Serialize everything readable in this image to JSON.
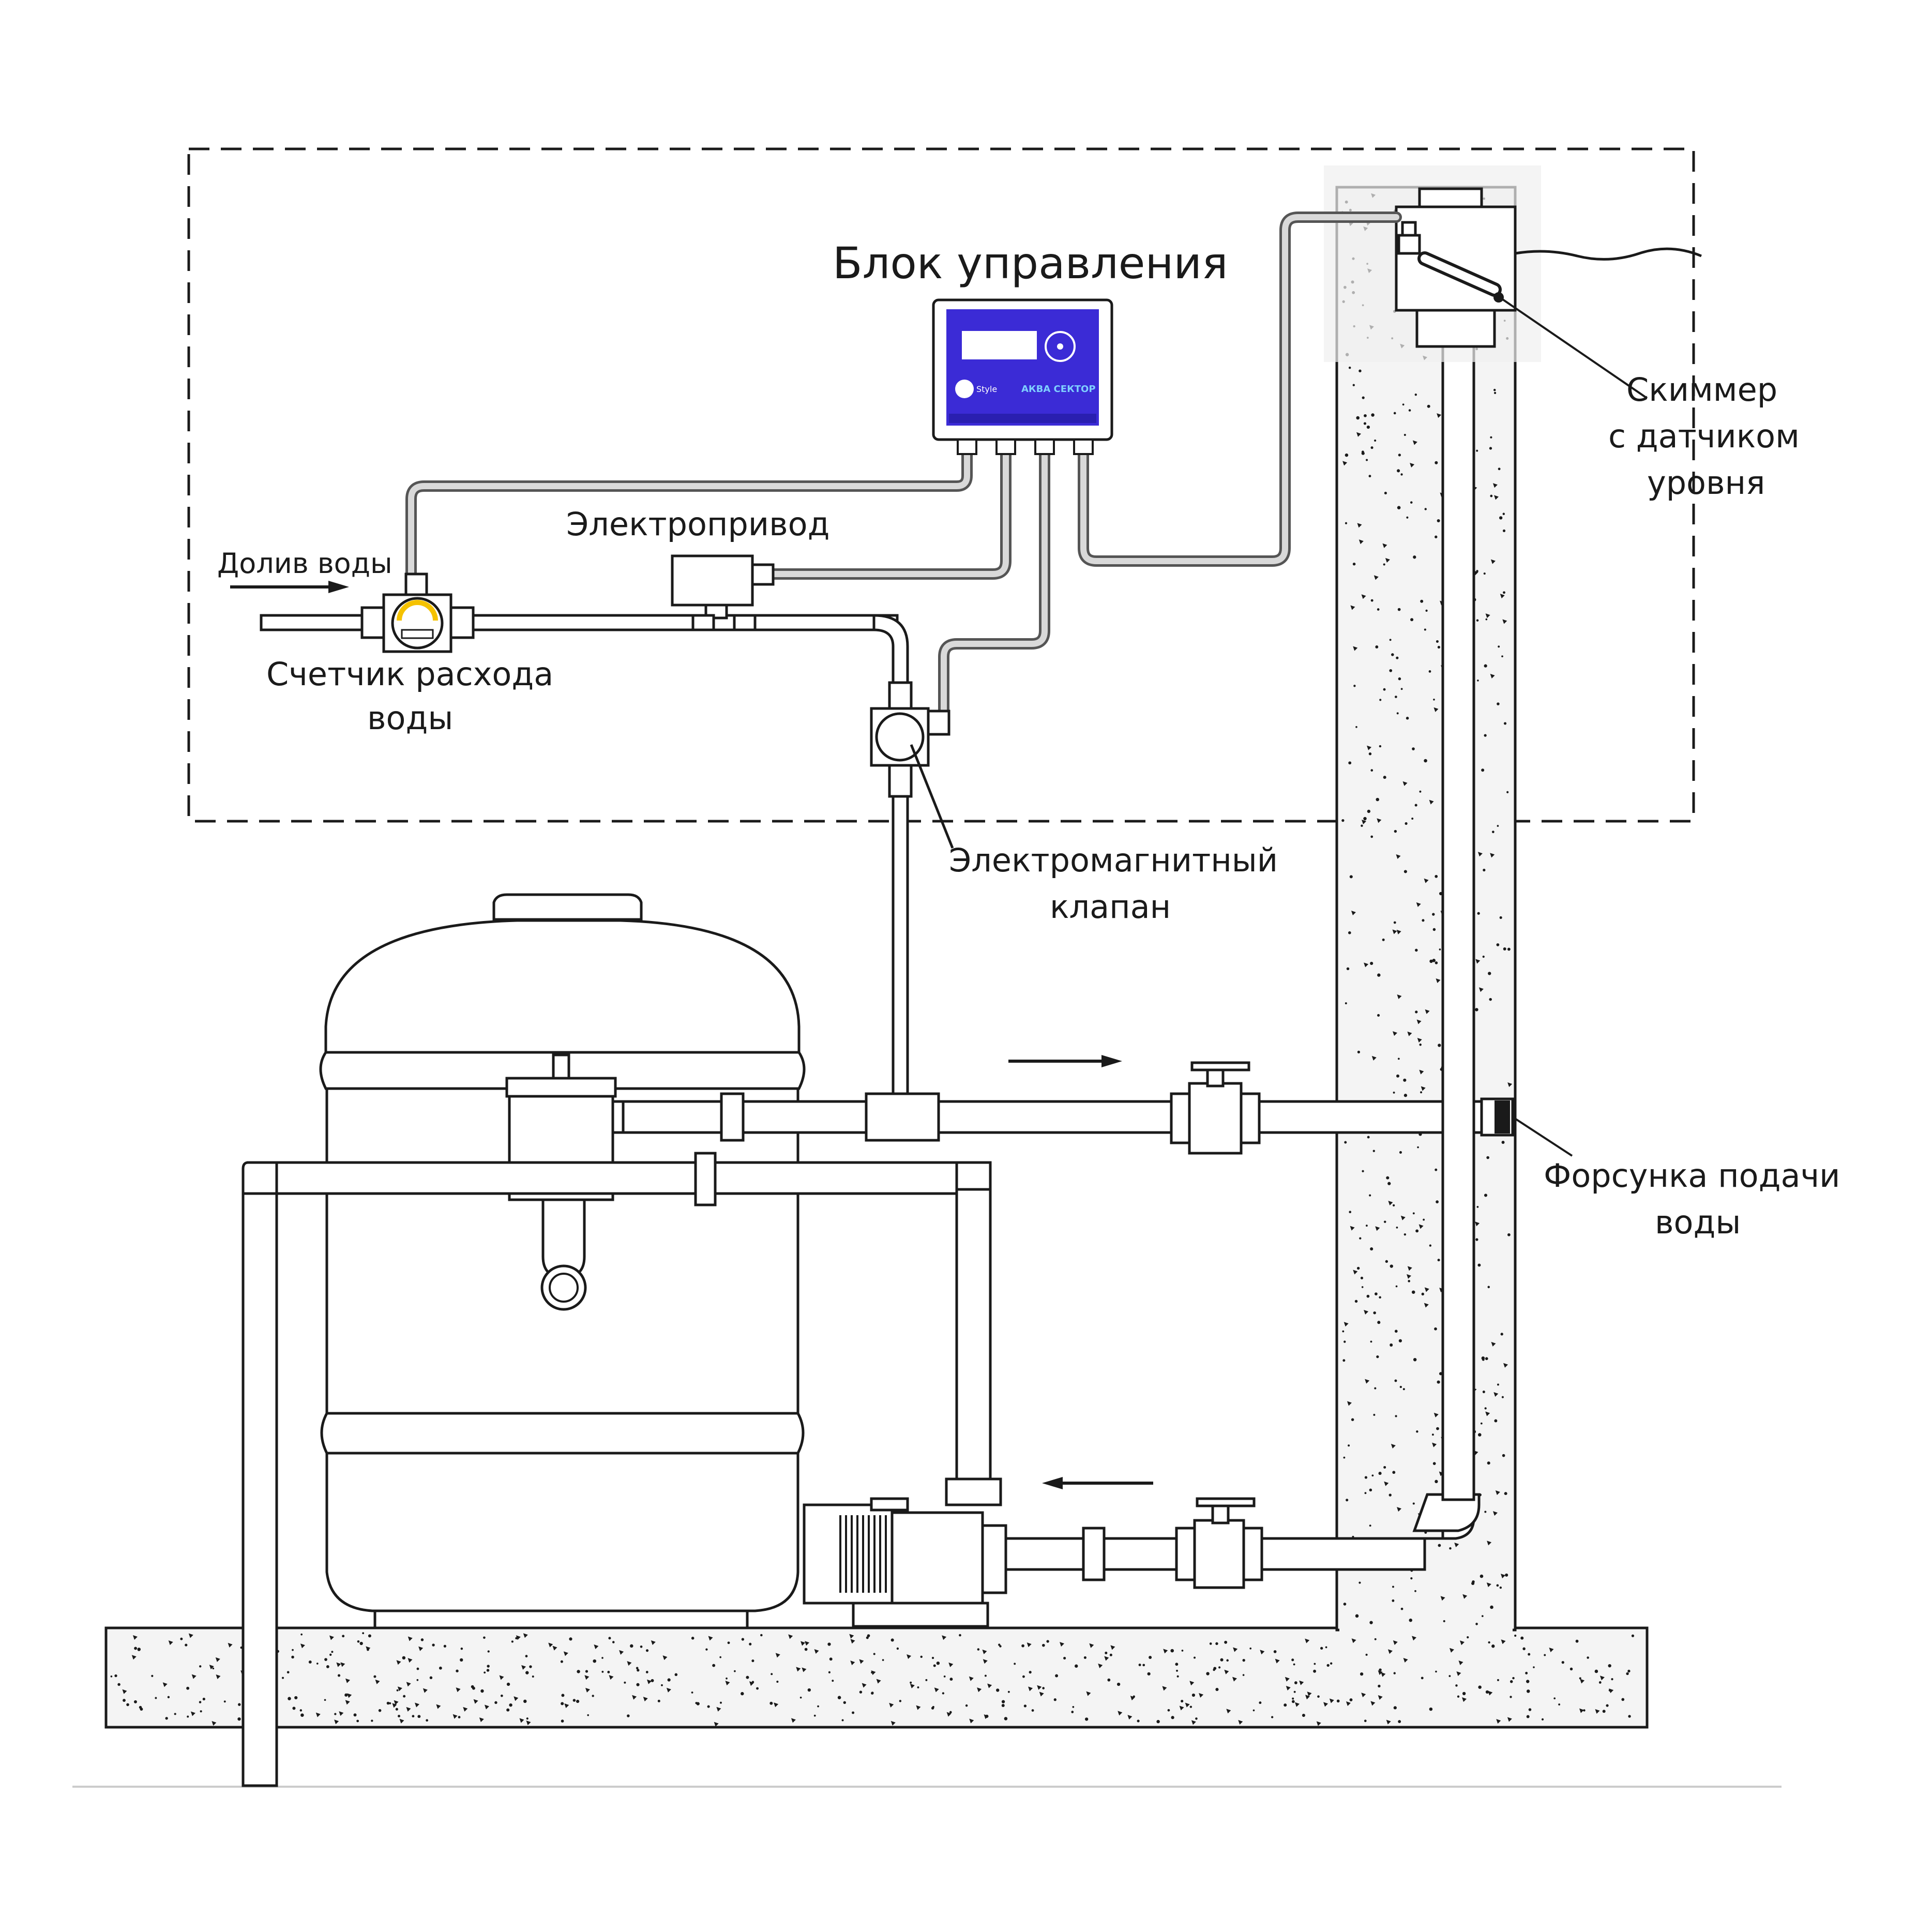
{
  "labels": {
    "control_unit": "Блок управления",
    "electric_drive": "Электропривод",
    "water_refill": "Долив воды",
    "flow_meter_line1": "Счетчик расхода",
    "flow_meter_line2": "воды",
    "solenoid_line1": "Электромагнитный",
    "solenoid_line2": "клапан",
    "skimmer_line1": "Скиммер",
    "skimmer_line2": "с датчиком",
    "skimmer_line3": "уровня",
    "nozzle_line1": "Форсунка подачи",
    "nozzle_line2": "воды"
  },
  "control_panel": {
    "brand": "АКВА СЕКТОР",
    "style_logo": "Style"
  },
  "colors": {
    "panel_screen": "#3b2bd6",
    "panel_screen_dark": "#2a1fb0",
    "line": "#1a1a1a",
    "cable": "#555555"
  },
  "icons": {
    "arrow_flow": "arrow-right-icon",
    "arrow_return": "arrow-left-icon"
  }
}
